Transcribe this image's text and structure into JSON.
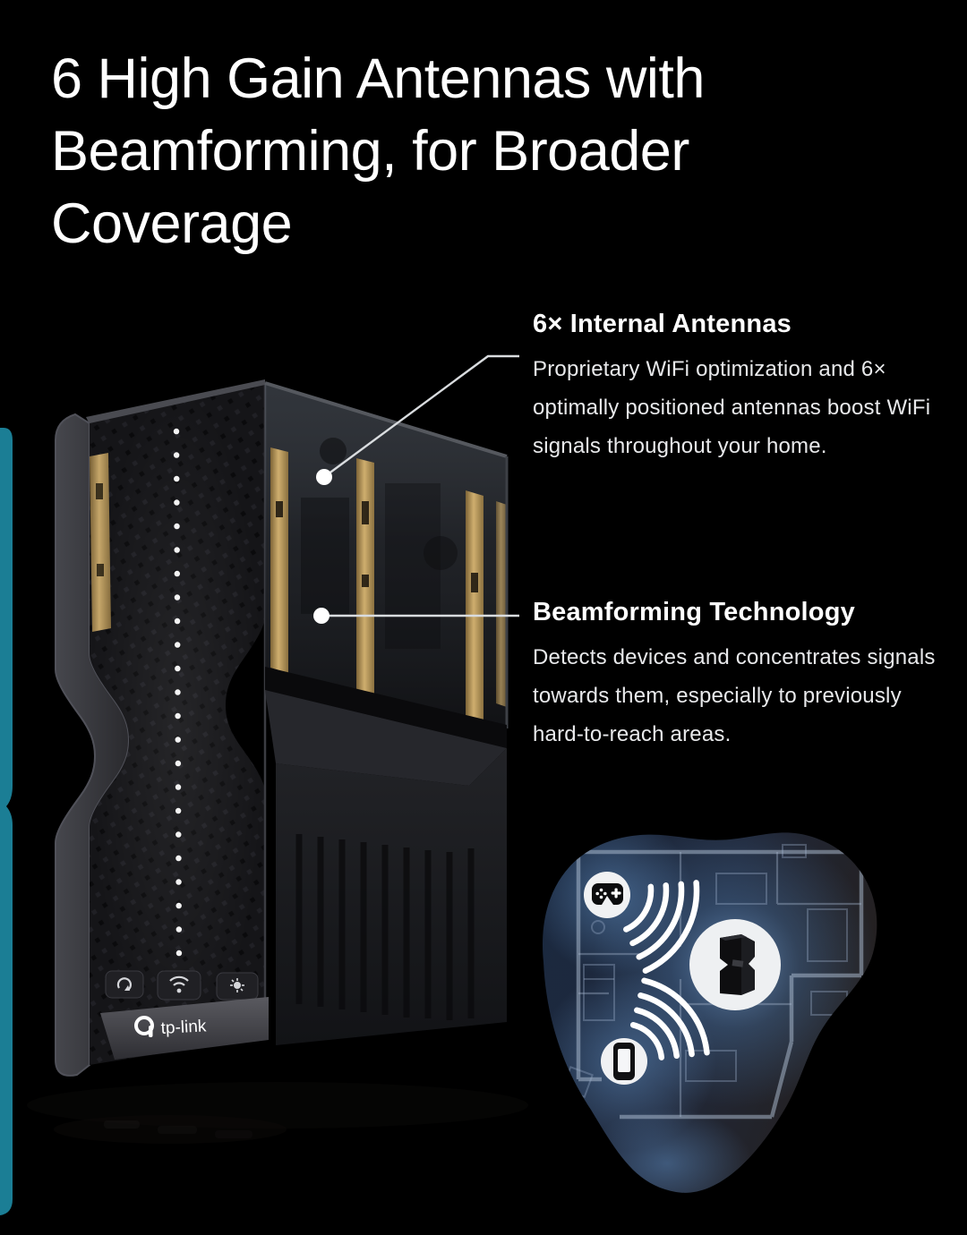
{
  "heading": {
    "title": "6 High Gain Antennas with Beamforming, for Broader Coverage"
  },
  "callouts": [
    {
      "title": "6× Internal Antennas",
      "body": "Proprietary WiFi optimization and 6× optimally positioned antennas boost WiFi signals throughout your home."
    },
    {
      "title": "Beamforming Technology",
      "body": "Detects devices and concentrates signals towards them, especially to previously hard-to-reach areas."
    }
  ],
  "router": {
    "logo_text": "tp-link",
    "front_buttons": [
      "wps-button",
      "wifi-button",
      "led-button"
    ],
    "visible_gold_antenna_strips": 4,
    "wifi_arcs_per_link": 4
  },
  "illustration": {
    "devices": [
      "game-controller",
      "router",
      "smartphone"
    ]
  },
  "colors": {
    "background": "#000000",
    "heading_text": "#ffffff",
    "body_text": "#e8e9eb",
    "accent_teal": "#1b7e95",
    "antenna_gold": "#c2a368",
    "leader_line": "#d9dcdf",
    "floorplan_glow": "#5c88bd",
    "device_circle_fill": "#f0f1f3"
  }
}
